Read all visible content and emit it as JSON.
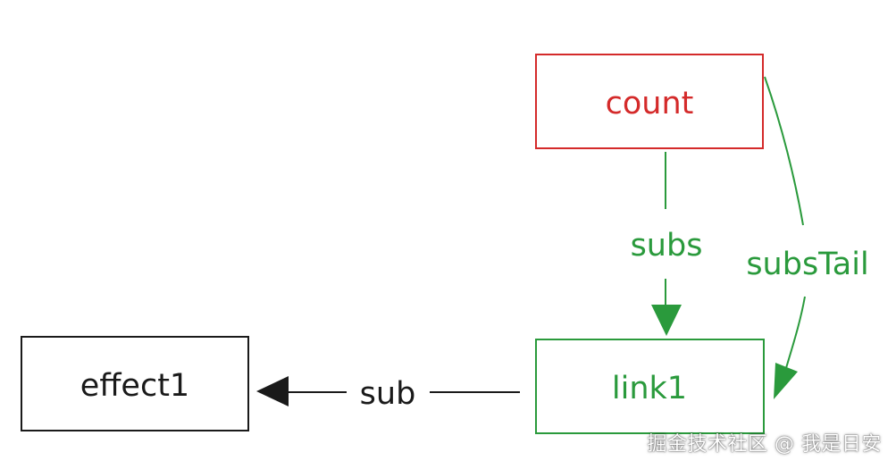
{
  "colors": {
    "red": "#d42a2a",
    "green": "#2a9a3c",
    "black": "#1a1a1a",
    "watermark": "#ffffff"
  },
  "nodes": {
    "count": {
      "label": "count",
      "color": "#d42a2a"
    },
    "link1": {
      "label": "link1",
      "color": "#2a9a3c"
    },
    "effect1": {
      "label": "effect1",
      "color": "#1a1a1a"
    }
  },
  "edges": {
    "subs": {
      "label": "subs",
      "from": "count",
      "to": "link1",
      "color": "#2a9a3c"
    },
    "subsTail": {
      "label": "subsTail",
      "from": "count",
      "to": "link1",
      "color": "#2a9a3c"
    },
    "sub": {
      "label": "sub",
      "from": "link1",
      "to": "effect1",
      "color": "#1a1a1a"
    }
  },
  "watermark": "掘金技术社区 @ 我是日安"
}
